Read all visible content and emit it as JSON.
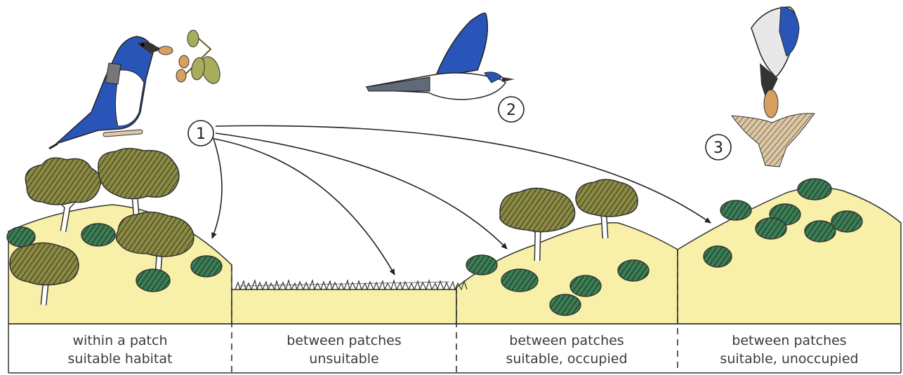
{
  "colors": {
    "ground": "#f8f0a8",
    "foliage": "#7a7a3a",
    "shrub": "#2f6a45",
    "trunk": "#ffffff",
    "jay_blue": "#2a55b8",
    "outline": "#333333"
  },
  "markers": {
    "m1": "1",
    "m2": "2",
    "m3": "3"
  },
  "panels": [
    {
      "line1": "within a patch",
      "line2": "suitable habitat"
    },
    {
      "line1": "between patches",
      "line2": "unsuitable"
    },
    {
      "line1": "between patches",
      "line2": "suitable, occupied"
    },
    {
      "line1": "between patches",
      "line2": "suitable, unoccupied"
    }
  ]
}
